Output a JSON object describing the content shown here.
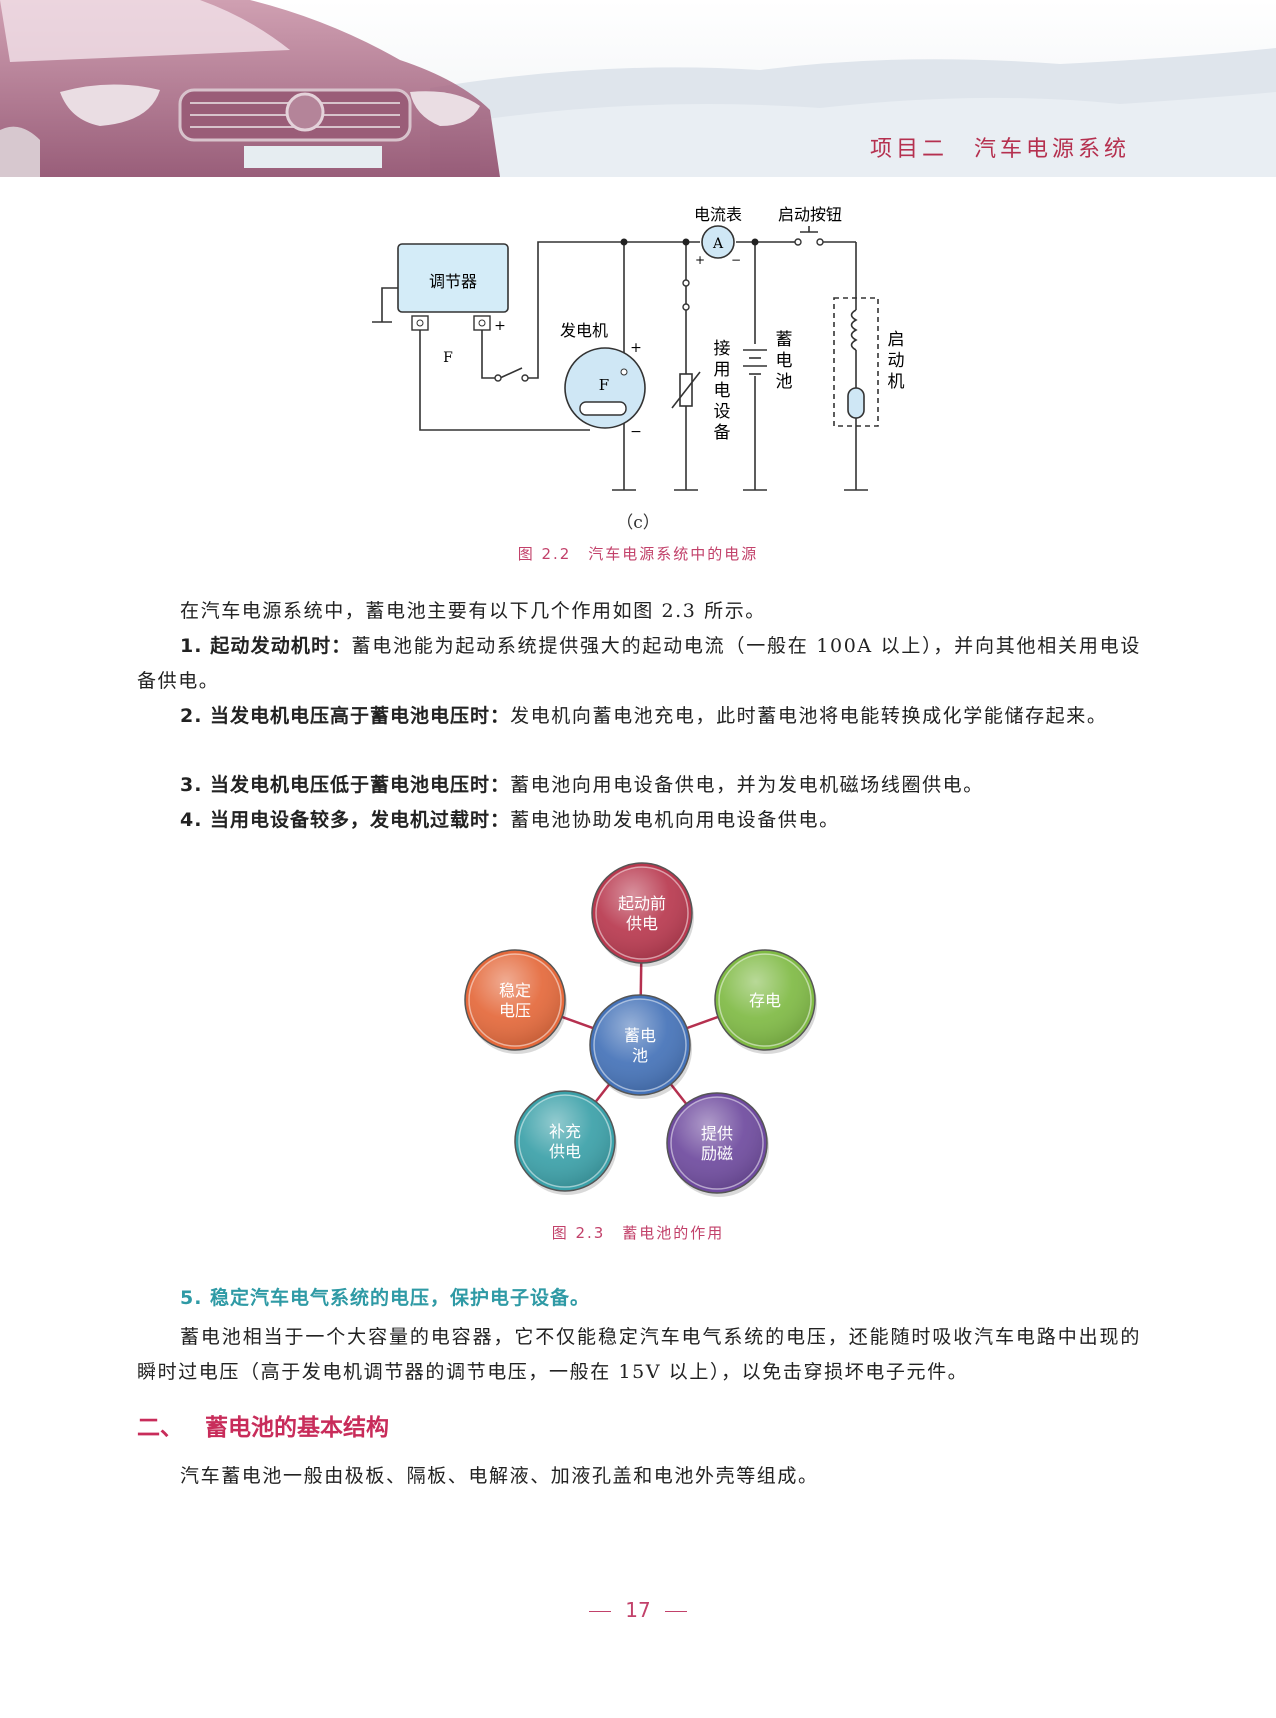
{
  "header": {
    "chapter_title": "项目二　汽车电源系统"
  },
  "figure_c": {
    "labels": {
      "regulator": "调节器",
      "generator": "发电机",
      "ammeter": "电流表",
      "ammeter_symbol": "A",
      "start_button": "启动按钮",
      "load": "接用电设备",
      "battery": "蓄电池",
      "starter": "启动机",
      "field": "F",
      "generator_field": "F",
      "plus": "+",
      "minus": "−"
    },
    "sub_caption": "（c）",
    "caption": "图 2.2　汽车电源系统中的电源"
  },
  "intro": "在汽车电源系统中，蓄电池主要有以下几个作用如图 2.3 所示。",
  "items": [
    {
      "lead": "1. 起动发动机时：",
      "text": "蓄电池能为起动系统提供强大的起动电流（一般在 100A 以上），并向其他相关用电设备供电。"
    },
    {
      "lead": "2. 当发电机电压高于蓄电池电压时：",
      "text": "发电机向蓄电池充电，此时蓄电池将电能转换成化学能储存起来。"
    },
    {
      "lead": "3. 当发电机电压低于蓄电池电压时：",
      "text": "蓄电池向用电设备供电，并为发电机磁场线圈供电。"
    },
    {
      "lead": "4. 当用电设备较多，发电机过载时：",
      "text": "蓄电池协助发电机向用电设备供电。"
    }
  ],
  "figure_23": {
    "center": "蓄电池",
    "nodes": [
      {
        "label": "起动前供电",
        "color": "#b8384e"
      },
      {
        "label": "存电",
        "color": "#7fba44"
      },
      {
        "label": "提供励磁",
        "color": "#6e4a9e"
      },
      {
        "label": "补充供电",
        "color": "#3aa0a8"
      },
      {
        "label": "稳定电压",
        "color": "#e4683a"
      }
    ],
    "center_color": "#4472b8",
    "connector_color": "#b5304f",
    "caption": "图 2.3　蓄电池的作用"
  },
  "item5": {
    "heading": "5. 稳定汽车电气系统的电压，保护电子设备。",
    "text": "蓄电池相当于一个大容量的电容器，它不仅能稳定汽车电气系统的电压，还能随时吸收汽车电路中出现的瞬时过电压（高于发电机调节器的调节电压，一般在 15V 以上），以免击穿损坏电子元件。"
  },
  "section2": {
    "number": "二、",
    "title": "蓄电池的基本结构",
    "text": "汽车蓄电池一般由极板、隔板、电解液、加液孔盖和电池外壳等组成。"
  },
  "page_number": "17"
}
